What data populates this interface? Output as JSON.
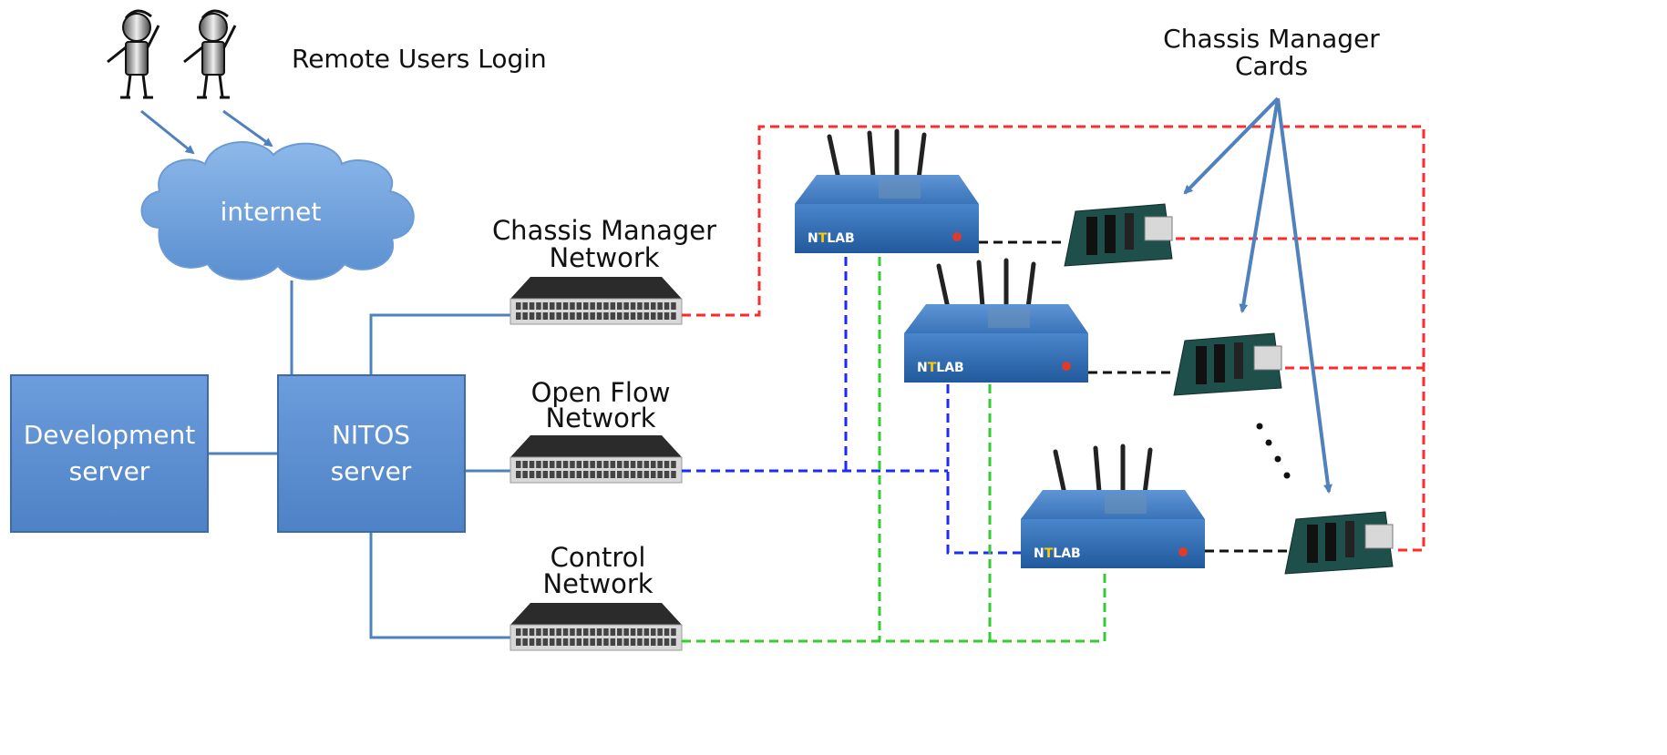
{
  "labels": {
    "remote_users": "Remote Users Login",
    "internet": "internet",
    "chassis_cards_line1": "Chassis Manager",
    "chassis_cards_line2": "Cards",
    "chassis_net_line1": "Chassis Manager",
    "chassis_net_line2": "Network",
    "openflow_line1": "Open Flow",
    "openflow_line2": "Network",
    "control_line1": "Control",
    "control_line2": "Network",
    "dev_line1": "Development",
    "dev_line2": "server",
    "nitos_line1": "NITOS",
    "nitos_line2": "server"
  },
  "node_brand": {
    "prefix": "N",
    "middle": "T",
    "suffix": "LAB"
  },
  "colors": {
    "box_fill": "#5b8fd1",
    "box_stroke": "#3d6aa8",
    "link_solid": "#4f81bd",
    "chassis_link": "#ff2a2a",
    "openflow_link": "#1a2bff",
    "control_link": "#33cc33",
    "card_link": "#111111",
    "cloud_fill": "#6fa2dc",
    "node_body": "#2f6cb2",
    "switch_body": "#1e1e1e",
    "card_board": "#1f4f4a"
  }
}
